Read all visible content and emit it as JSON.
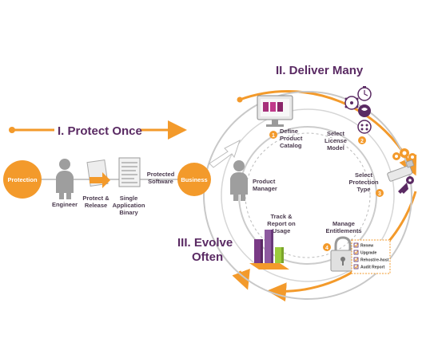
{
  "headings": {
    "protect": "I. Protect Once",
    "deliver": "II. Deliver Many",
    "evolve_line1": "III. Evolve",
    "evolve_line2": "Often"
  },
  "flow": {
    "protection": "Protection",
    "engineer": "Engineer",
    "protect_release_1": "Protect &",
    "protect_release_2": "Release",
    "binary_1": "Single",
    "binary_2": "Application",
    "binary_3": "Binary",
    "protected_sw_1": "Protected",
    "protected_sw_2": "Software",
    "business": "Business"
  },
  "cycle": {
    "product_manager_1": "Product",
    "product_manager_2": "Manager",
    "step1": {
      "num": "1",
      "l1": "Define",
      "l2": "Product",
      "l3": "Catalog"
    },
    "step2": {
      "num": "2",
      "l1": "Select",
      "l2": "License",
      "l3": "Model"
    },
    "step3": {
      "num": "3",
      "l1": "Select",
      "l2": "Protection",
      "l3": "Type"
    },
    "step4": {
      "num": "4",
      "l1": "Manage",
      "l2": "Entitlements"
    },
    "track_1": "Track &",
    "track_2": "Report on",
    "track_3": "Usage"
  },
  "entitlements": [
    "Renew",
    "Upgrade",
    "Rehost/re-host",
    "Audit Report"
  ],
  "colors": {
    "orange": "#f39a2b",
    "purple": "#5a2a63",
    "grey": "#bdbdbd",
    "text": "#4a3a4e"
  }
}
